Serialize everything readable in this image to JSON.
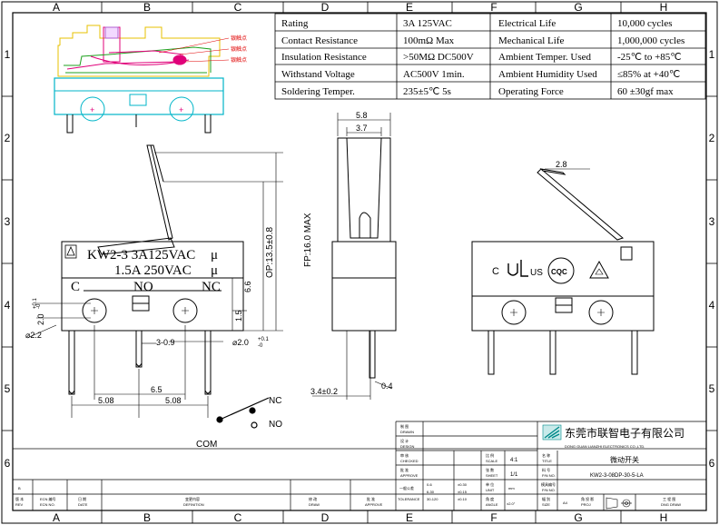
{
  "zones": {
    "columns": [
      "A",
      "B",
      "C",
      "D",
      "E",
      "F",
      "G",
      "H"
    ],
    "rows": [
      "1",
      "2",
      "3",
      "4",
      "5",
      "6"
    ]
  },
  "specs": [
    {
      "label": "Rating",
      "value": "3A  125VAC",
      "label2": "Electrical Life",
      "value2": "10,000 cycles"
    },
    {
      "label": "Contact Resistance",
      "value": "100mΩ  Max",
      "label2": "Mechanical Life",
      "value2": "1,000,000 cycles"
    },
    {
      "label": "Insulation Resistance",
      "value": ">50MΩ  DC500V",
      "label2": "Ambient Temper. Used",
      "value2": "-25℃  to +85℃"
    },
    {
      "label": "Withstand Voltage",
      "value": "AC500V  1min.",
      "label2": "Ambient Humidity Used",
      "value2": "≤85% at +40℃"
    },
    {
      "label": "Soldering Temper.",
      "value": "235±5℃  5s",
      "label2": "Operating Force",
      "value2": "60  ±30gf max"
    }
  ],
  "internal_labels": [
    "银触点",
    "银触点",
    "银触点"
  ],
  "front": {
    "mark_line1": "KW2-3  3A125VAC",
    "mark_line2": "1.5A  250VAC",
    "ul_mark": "μ",
    "term_c": "C",
    "term_no": "NO",
    "term_nc": "NC",
    "dim_op": "OP:13.5±0.8",
    "dim_fp": "FP:16.0 MAX",
    "dim_66": "6.6",
    "dim_15": "1.5",
    "dim_20a": "2.0",
    "dim_20a_tol_up": "+0.1",
    "dim_20a_tol_dn": "-0",
    "dim_22": "⌀2.2",
    "dim_39": "3-0.9",
    "dim_20b": "⌀2.0",
    "dim_20b_tol_up": "+0.1",
    "dim_20b_tol_dn": "-0",
    "dim_65": "6.5",
    "dim_508a": "5.08",
    "dim_508b": "5.08"
  },
  "side": {
    "dim_58": "5.8",
    "dim_37": "3.7",
    "dim_34": "3.4±0.2",
    "dim_04": "0.4"
  },
  "rear": {
    "dim_28": "2.8",
    "cert_c": "C",
    "cert_ul": "UL",
    "cert_us": "US",
    "cert_cqc": "CQC"
  },
  "schematic": {
    "nc": "NC",
    "no": "NO",
    "com": "COM"
  },
  "titleblock": {
    "company_cn": "东莞市联智电子有限公司",
    "company_en": "DONG GUAN LIANZHI ELECTRONICS CO.,LTD.",
    "title_cn": "微动开关",
    "part_no": "KW2-3-08DP-30-5-LA",
    "row_labels": [
      [
        "制 图",
        "DRAWN"
      ],
      [
        "设 计",
        "DESIGN"
      ],
      [
        "审 核",
        "CHECKED"
      ],
      [
        "批 准",
        "APPROVE"
      ]
    ],
    "tolerance_cn": "一般公差",
    "tolerance_en": "TOLERANCE",
    "tolerances": [
      "±0.30",
      "±0.15",
      "±0.10"
    ],
    "tol_ranges": [
      "0-6",
      "6-30",
      "30-120"
    ],
    "scale_label": [
      "比 例",
      "SCALE"
    ],
    "scale_value": "4:1",
    "sheet_label": [
      "张 数",
      "SHEET"
    ],
    "sheet_value": "1/1",
    "unit_label": [
      "单 位",
      "UNIT"
    ],
    "unit_value": "mm",
    "angle_label": [
      "角 度",
      "ANGLE"
    ],
    "angle_value": "±2.0°",
    "name_label": [
      "名 称",
      "TITLE"
    ],
    "pn_label": [
      "料 号",
      "P/N NO."
    ],
    "mold_label": [
      "模具编号",
      "P/N NO."
    ],
    "size_label": [
      "幅 别",
      "SIZE"
    ],
    "size_value": "A4",
    "proj_label": [
      "角 投 影",
      "PROJ"
    ],
    "dwg_label": [
      "工 程 图",
      "DNG DRAW"
    ],
    "rev_headers": [
      [
        "版 本",
        "REV"
      ],
      [
        "ECN 编号",
        "ECN NO."
      ],
      [
        "日 期",
        "DATE"
      ],
      [
        "变更内容",
        "DEFINITION"
      ],
      [
        "修 改",
        "DRAW"
      ],
      [
        "批 准",
        "APPROVE"
      ]
    ],
    "rev_row": "B"
  },
  "colors": {
    "outline": "#000000",
    "pcb_cyan": "#00b5c8",
    "contacts_magenta": "#e0007a",
    "body_green": "#1fa11f",
    "actuator_yellow": "#e7c000",
    "label_red": "#e00000",
    "logo_teal": "#008a8a"
  }
}
